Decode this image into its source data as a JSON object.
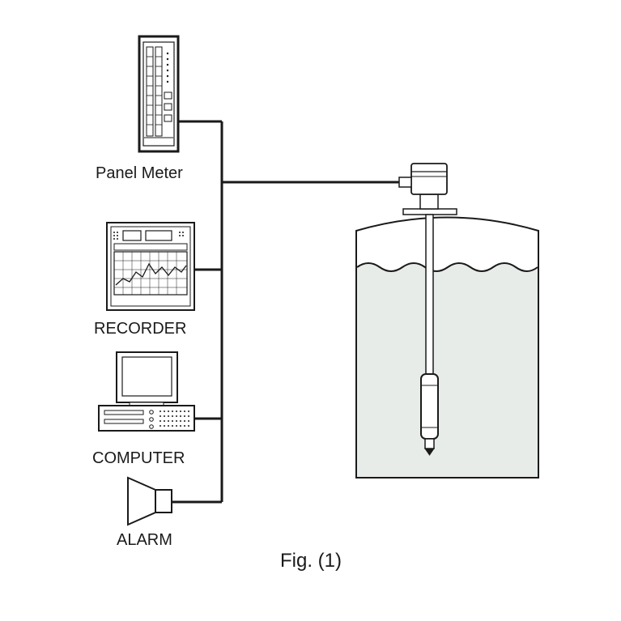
{
  "devices": {
    "panel_meter": "Panel Meter",
    "recorder": "RECORDER",
    "computer": "COMPUTER",
    "alarm": "ALARM"
  },
  "caption": "Fig. (1)",
  "colors": {
    "line": "#1a1a1a",
    "liquid": "#e8ece8",
    "background": "#ffffff"
  }
}
